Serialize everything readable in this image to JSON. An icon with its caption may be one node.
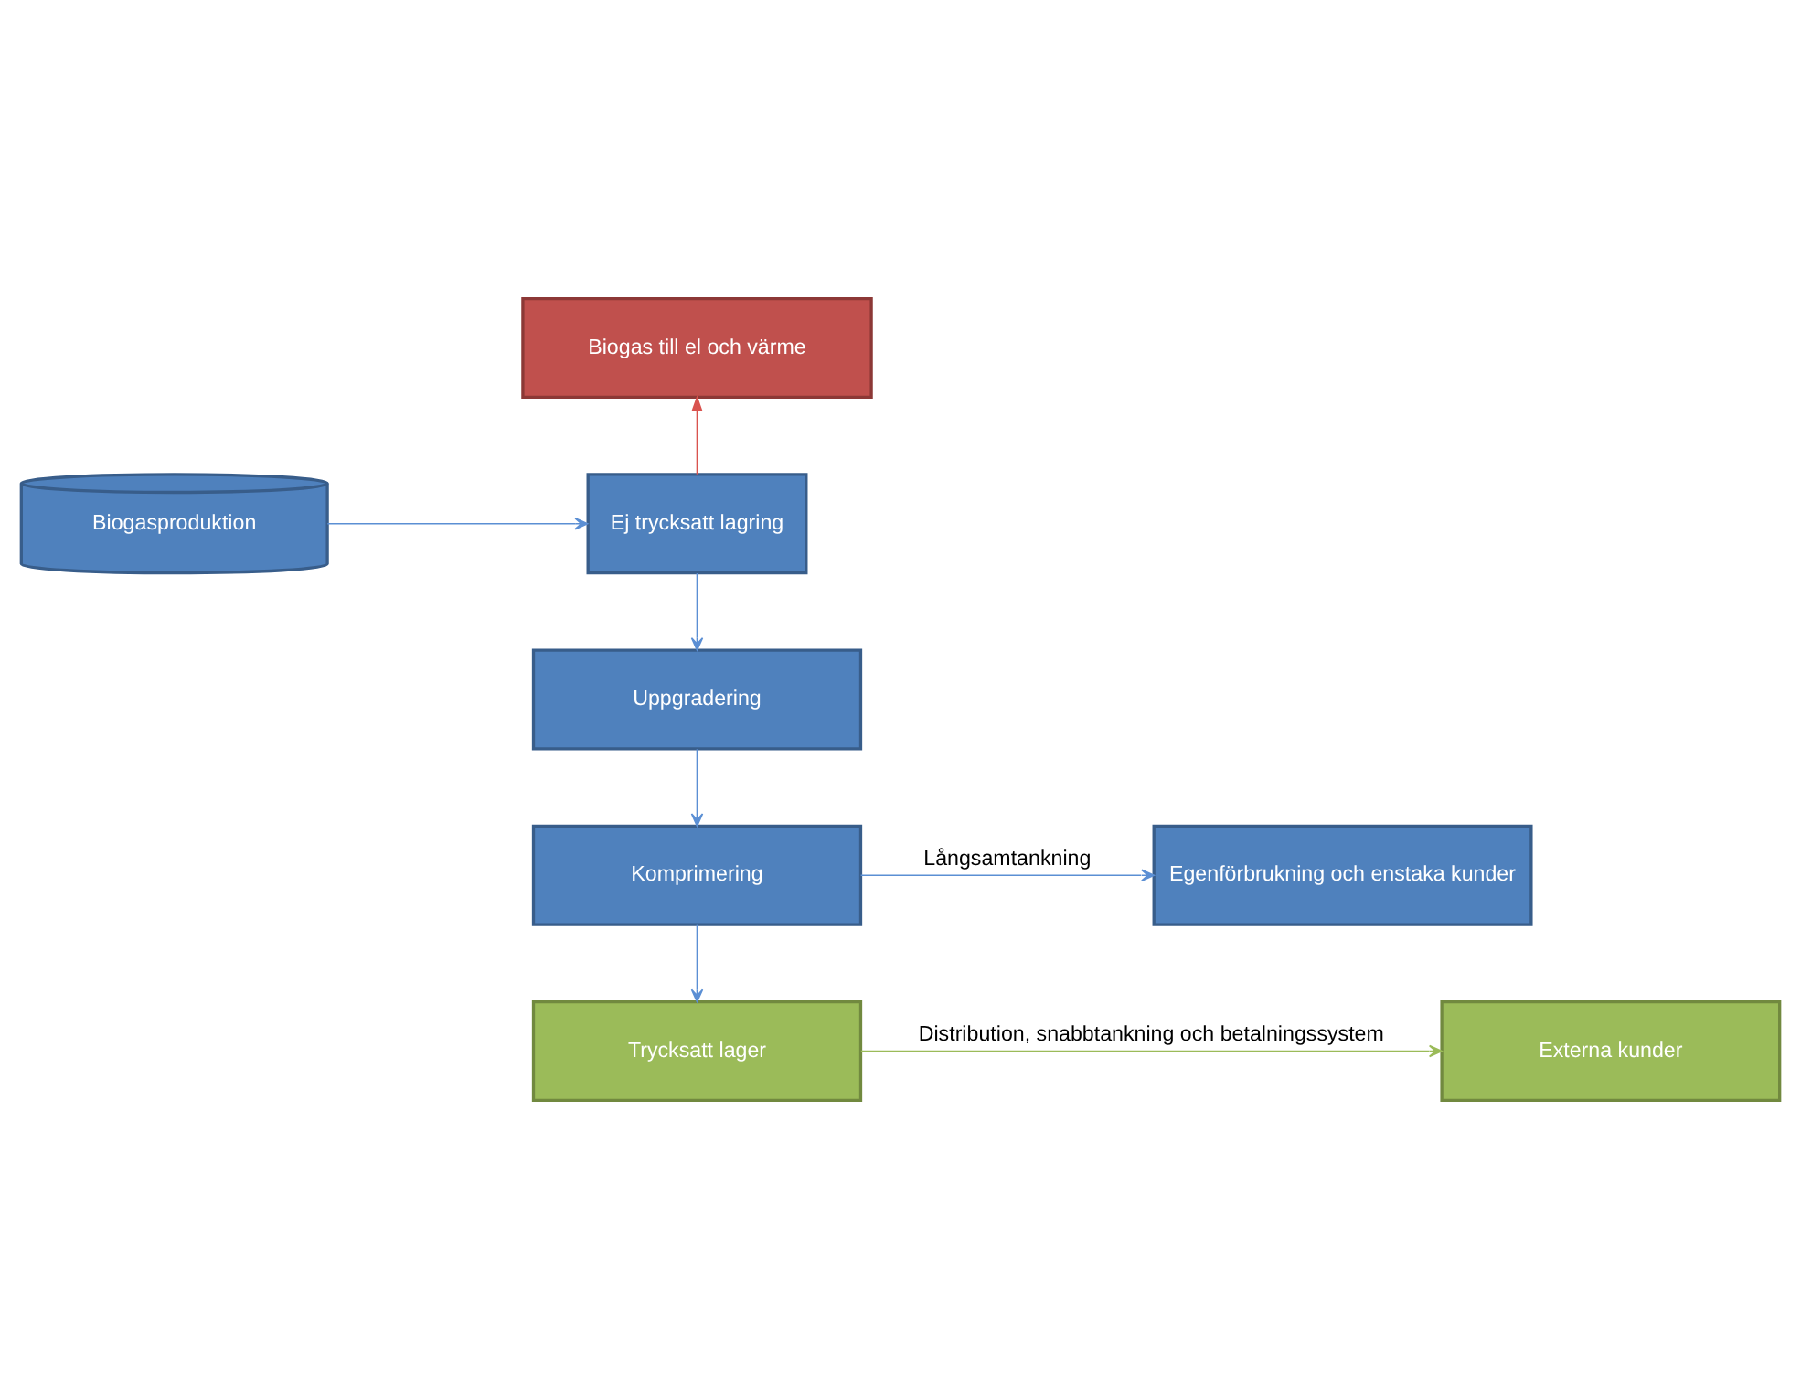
{
  "diagram": {
    "nodes": [
      {
        "text": [
          "Biogas till el och värme"
        ]
      },
      {
        "text": [
          "Biogasproduktion"
        ]
      },
      {
        "text": [
          "Ej trycksatt lagring"
        ]
      },
      {
        "text": [
          "Uppgradering"
        ]
      },
      {
        "text": [
          "Egenförbrukning och enstaka kunder"
        ]
      },
      {
        "text": [
          "Komprimering"
        ]
      },
      {
        "text": [
          "Externa kunder"
        ]
      },
      {
        "text": [
          "Trycksatt lager"
        ]
      }
    ],
    "edges": [
      {
        "from": 1,
        "to": 2,
        "arrow": "to"
      },
      {
        "from": 2,
        "to": 0,
        "arrow": "to",
        "color": "#d9534f"
      },
      {
        "from": 2,
        "to": 3,
        "arrow": "to"
      },
      {
        "from": 3,
        "to": 5,
        "arrow": "to"
      },
      {
        "from": 5,
        "to": 4,
        "arrow": "to",
        "label": "Långsamtankning"
      },
      {
        "from": 5,
        "to": 7,
        "arrow": "to"
      },
      {
        "from": 7,
        "to": 6,
        "arrow": "to",
        "label": "Distribution, snabbtankning och betalningssystem",
        "color": "#9bbb59"
      }
    ]
  }
}
